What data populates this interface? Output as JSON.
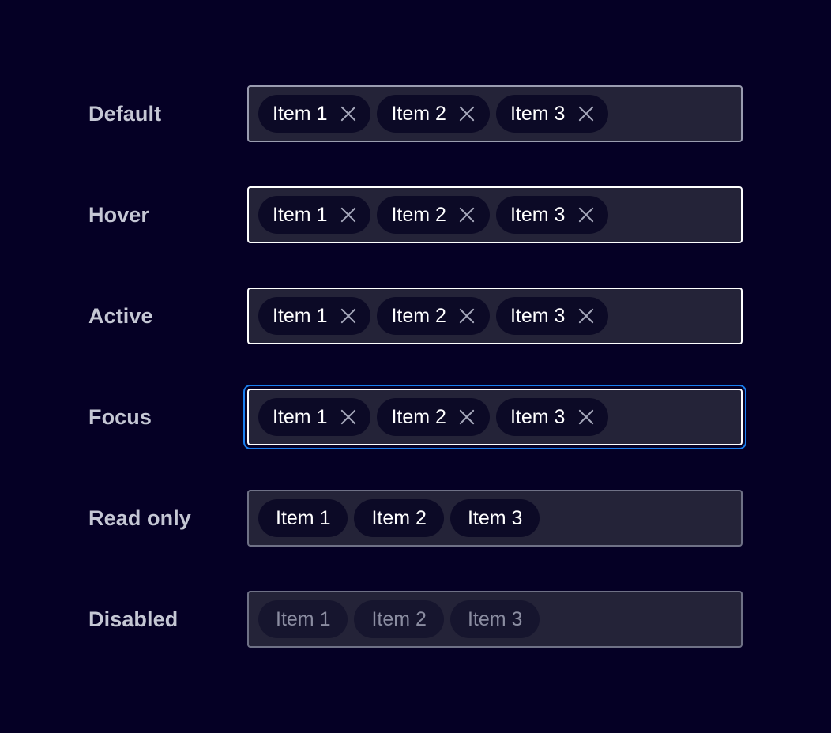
{
  "page": {
    "background_color": "#050025",
    "component": "tag-input-states"
  },
  "theme": {
    "label_color": "#c5c7d4",
    "field_background": "#242338",
    "chip_background": "#0c0a26",
    "chip_text": "#ffffff",
    "chip_disabled_background": "#16152e",
    "chip_disabled_text": "#8b8da1",
    "border_default": "#9a9cb0",
    "border_emphasis": "#ffffff",
    "focus_ring": "#1a7ff0",
    "close_icon_color": "#a6a8bb"
  },
  "rows": [
    {
      "label": "Default",
      "state": "default",
      "show_close": true,
      "chips": [
        {
          "label": "Item 1",
          "close_icon": "close-icon"
        },
        {
          "label": "Item 2",
          "close_icon": "close-icon"
        },
        {
          "label": "Item 3",
          "close_icon": "close-icon"
        }
      ]
    },
    {
      "label": "Hover",
      "state": "hover",
      "show_close": true,
      "chips": [
        {
          "label": "Item 1",
          "close_icon": "close-icon"
        },
        {
          "label": "Item 2",
          "close_icon": "close-icon"
        },
        {
          "label": "Item 3",
          "close_icon": "close-icon"
        }
      ]
    },
    {
      "label": "Active",
      "state": "active",
      "show_close": true,
      "chips": [
        {
          "label": "Item 1",
          "close_icon": "close-icon"
        },
        {
          "label": "Item 2",
          "close_icon": "close-icon"
        },
        {
          "label": "Item 3",
          "close_icon": "close-icon"
        }
      ]
    },
    {
      "label": "Focus",
      "state": "focus",
      "show_close": true,
      "chips": [
        {
          "label": "Item 1",
          "close_icon": "close-icon"
        },
        {
          "label": "Item 2",
          "close_icon": "close-icon"
        },
        {
          "label": "Item 3",
          "close_icon": "close-icon"
        }
      ]
    },
    {
      "label": "Read only",
      "state": "readonly",
      "show_close": false,
      "chips": [
        {
          "label": "Item 1"
        },
        {
          "label": "Item 2"
        },
        {
          "label": "Item 3"
        }
      ]
    },
    {
      "label": "Disabled",
      "state": "disabled",
      "show_close": false,
      "chips": [
        {
          "label": "Item 1"
        },
        {
          "label": "Item 2"
        },
        {
          "label": "Item 3"
        }
      ]
    }
  ]
}
